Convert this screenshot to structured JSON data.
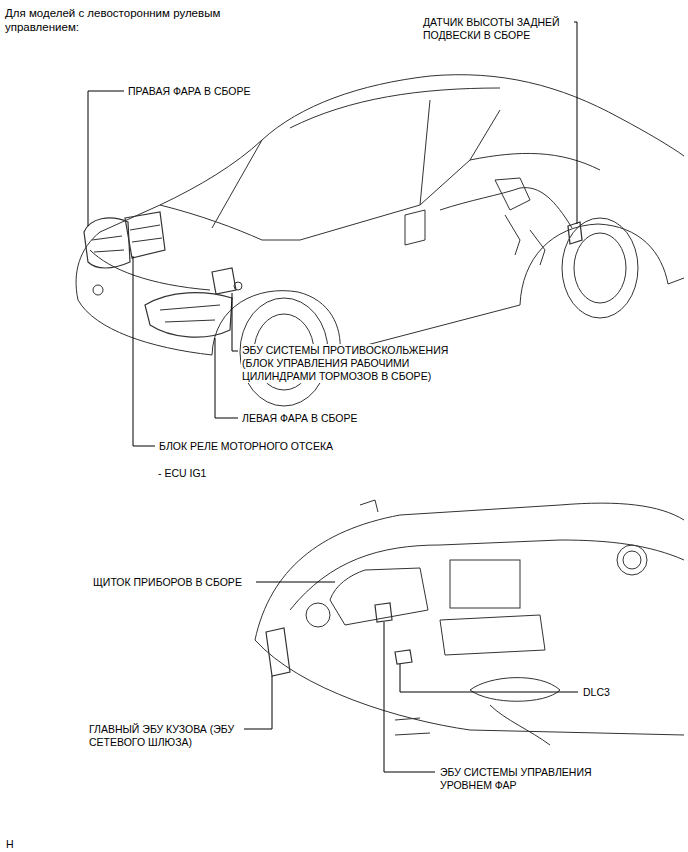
{
  "diagram": {
    "title": "Для моделей с левосторонним рулевым управлением:",
    "labels": [
      "ДАТЧИК ВЫСОТЫ ЗАДНЕЙ ПОДВЕСКИ В СБОРЕ",
      "ПРАВАЯ ФАРА В СБОРЕ",
      "ЭБУ СИСТЕМЫ ПРОТИВОСКОЛЬЖЕНИЯ (БЛОК УПРАВЛЕНИЯ РАБОЧИМИ ЦИЛИНДРАМИ ТОРМОЗОВ В СБОРЕ)",
      "ЛЕВАЯ ФАРА В СБОРЕ",
      "БЛОК РЕЛЕ МОТОРНОГО ОТСЕКА",
      "- ECU IG1",
      "ЩИТОК ПРИБОРОВ В СБОРЕ",
      "DLC3",
      "ГЛАВНЫЙ ЭБУ КУЗОВА (ЭБУ СЕТЕВОГО ШЛЮЗА)",
      "ЭБУ СИСТЕМЫ УПРАВЛЕНИЯ УРОВНЕМ ФАР",
      "H"
    ]
  }
}
